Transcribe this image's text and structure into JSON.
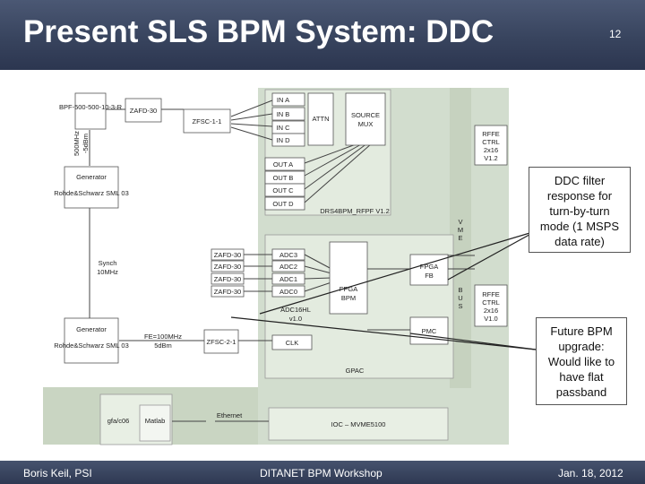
{
  "slide": {
    "title": "Present SLS BPM System: DDC",
    "page_number": "12"
  },
  "footer": {
    "author": "Boris Keil, PSI",
    "event": "DITANET BPM Workshop",
    "date": "Jan. 18, 2012"
  },
  "callouts": {
    "ddc_filter": "DDC filter response for turn-by-turn mode (1 MSPS data rate)",
    "future_bpm": "Future BPM upgrade: Would like to have flat passband"
  },
  "diagram": {
    "bpf": "BPF-500-500-10-3-R",
    "zafd_top": "ZAFD-30",
    "zfsc_11": "ZFSC-1-1",
    "rotated_freq": "500MHz",
    "rotated_power": "-5dBm",
    "gen1_title": "Generator",
    "gen1_model": "Rohde&Schwarz SML 03",
    "synch": "Synch",
    "synch_freq": "10MHz",
    "gen2_title": "Generator",
    "gen2_model": "Rohde&Schwarz SML 03",
    "fe_freq": "FE=100MHz",
    "fe_power": "5dBm",
    "zfsc_21": "ZFSC-2-1",
    "ina": "IN A",
    "inb": "IN B",
    "inc": "IN C",
    "ind": "IN D",
    "attn": "ATTN",
    "source_mux_1": "SOURCE",
    "source_mux_2": "MUX",
    "outa": "OUT A",
    "outb": "OUT B",
    "outc": "OUT C",
    "outd": "OUT D",
    "rf_module": "DRS4BPM_RFPF V1.2",
    "rffe_top_1": "RFFE",
    "rffe_top_2": "CTRL",
    "rffe_top_3": "2x16",
    "rffe_top_4": "V1.2",
    "vme_1": "V",
    "vme_2": "M",
    "vme_3": "E",
    "bus_1": "B",
    "bus_2": "U",
    "bus_3": "S",
    "zafd_list": [
      "ZAFD-30",
      "ZAFD-30",
      "ZAFD-30",
      "ZAFD-30"
    ],
    "adc_list": [
      "ADC3",
      "ADC2",
      "ADC1",
      "ADC0"
    ],
    "fpga_bpm_1": "FPGA",
    "fpga_bpm_2": "BPM",
    "fpga_fb_1": "FPGA",
    "fpga_fb_2": "FB",
    "adc_module": "ADC16HL",
    "adc_version": "v1.0",
    "clk": "CLK",
    "gpac": "GPAC",
    "rffe_bot_1": "RFFE",
    "rffe_bot_2": "CTRL",
    "rffe_bot_3": "2x16",
    "rffe_bot_4": "V1.0",
    "pmc": "PMC",
    "ethernet": "Ethernet",
    "gfa_label": "gfa/c06",
    "matlab": "Matlab",
    "ioc": "IOC – MVME5100"
  }
}
